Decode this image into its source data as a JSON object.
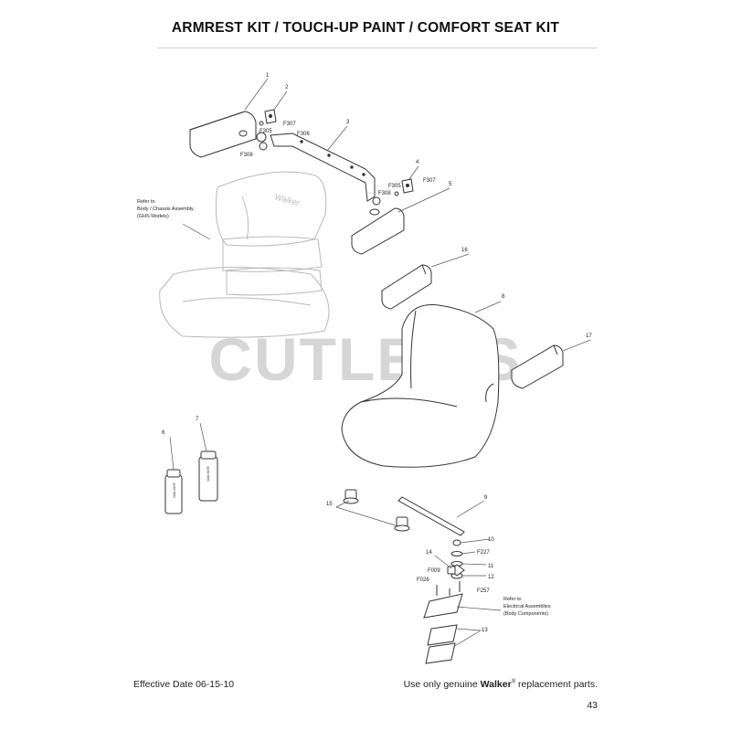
{
  "page": {
    "title": "ARMREST KIT / TOUCH-UP PAINT / COMFORT SEAT KIT",
    "watermark": "CUTLER'S",
    "page_number": "43"
  },
  "footer": {
    "effective_date": "Effective Date 06-15-10",
    "genuine_prefix": "Use only genuine ",
    "genuine_brand": "Walker",
    "genuine_mark": "®",
    "genuine_suffix": " replacement parts."
  },
  "diagram": {
    "seat_brand": "Walker",
    "can_label": "WALKER",
    "callouts": {
      "c1": "1",
      "c2": "2",
      "c3": "3",
      "c4": "4",
      "c5": "5",
      "c6": "6",
      "c7": "7",
      "c8": "8",
      "c9": "9",
      "c10": "10",
      "c11": "11",
      "c12": "12",
      "c13": "13",
      "c14": "14",
      "c15": "15",
      "c16": "16",
      "c17": "17",
      "f307a": "F307",
      "f305a": "F305",
      "f306": "F306",
      "f308a": "F308",
      "f305b": "F305",
      "f307b": "F307",
      "f308b": "F308",
      "f227": "F227",
      "f257": "F257",
      "f009": "F009",
      "f026": "F026"
    },
    "notes": {
      "body_chassis_1": "Refer to",
      "body_chassis_2": "Body / Chassis Assembly",
      "body_chassis_3": "(GHS Models)",
      "electrical_1": "Refer to",
      "electrical_2": "Electrical Assemblies",
      "electrical_3": "(Body Components)"
    }
  },
  "colors": {
    "line": "#333333",
    "ghost_line": "#b8b8b8",
    "watermark": "#d6d6d6",
    "leader": "#555555"
  }
}
